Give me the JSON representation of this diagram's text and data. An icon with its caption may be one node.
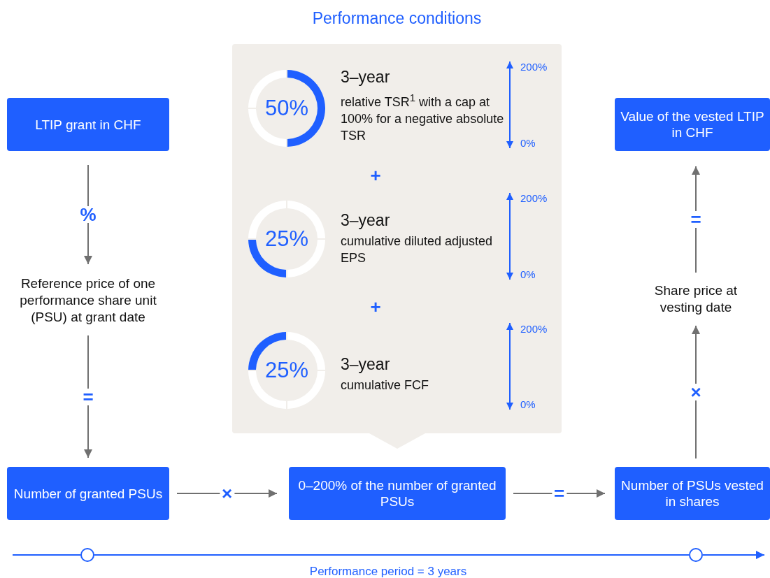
{
  "diagram": {
    "nodes": [
      {
        "text": [
          "LTIP grant in CHF"
        ]
      },
      {
        "text": [
          "Reference price of one performance share unit (PSU) at grant date"
        ]
      },
      {
        "text": [
          "Number of granted PSUs"
        ]
      },
      {
        "text": [
          "Performance conditions"
        ]
      },
      {
        "text": [
          "50%"
        ],
        "in": 3,
        "beside": [
          "3–year",
          "relative TSR$^{1}$ with a cap at 100% for a negative absolute TSR"
        ]
      },
      {
        "text": [
          "25%"
        ],
        "in": 3,
        "beside": [
          "3–year",
          "cumulative diluted adjusted EPS"
        ]
      },
      {
        "text": [
          "25%"
        ],
        "in": 3,
        "beside": [
          "3–year",
          "cumulative FCF"
        ]
      },
      {
        "text": [
          "0–200% of the number of granted PSUs"
        ]
      },
      {
        "text": [
          "Number of PSUs vested in shares"
        ]
      },
      {
        "text": [
          "Share price at vesting date"
        ]
      },
      {
        "text": [
          "Value of the vested LTIP in CHF"
        ]
      },
      {
        "text": [],
        "shape": "circle"
      },
      {
        "text": [],
        "shape": "circle"
      }
    ],
    "edges": [
      {
        "from": 0,
        "to": 1,
        "arrow": "to",
        "label": "%"
      },
      {
        "from": 1,
        "to": 2,
        "arrow": "to",
        "label": "="
      },
      {
        "from": 2,
        "to": 7,
        "arrow": "to",
        "label": "×"
      },
      {
        "from": 7,
        "to": 8,
        "arrow": "to",
        "label": "="
      },
      {
        "from": 8,
        "to": 9,
        "arrow": "to",
        "label": "×"
      },
      {
        "from": 9,
        "to": 10,
        "arrow": "to",
        "label": "="
      },
      {
        "from": 3,
        "to": 7,
        "arrow": "to"
      },
      {
        "from": null,
        "to": 11,
        "arrow": "none",
        "color": "#1f5fff"
      },
      {
        "from": 11,
        "to": 12,
        "arrow": "none",
        "color": "#1f5fff"
      },
      {
        "from": 12,
        "to": null,
        "arrow": "to",
        "color": "#1f5fff"
      }
    ],
    "labels": [
      "200%",
      "0%",
      "+",
      "200%",
      "0%",
      "+",
      "200%",
      "0%",
      "Performance period = 3 years"
    ]
  }
}
